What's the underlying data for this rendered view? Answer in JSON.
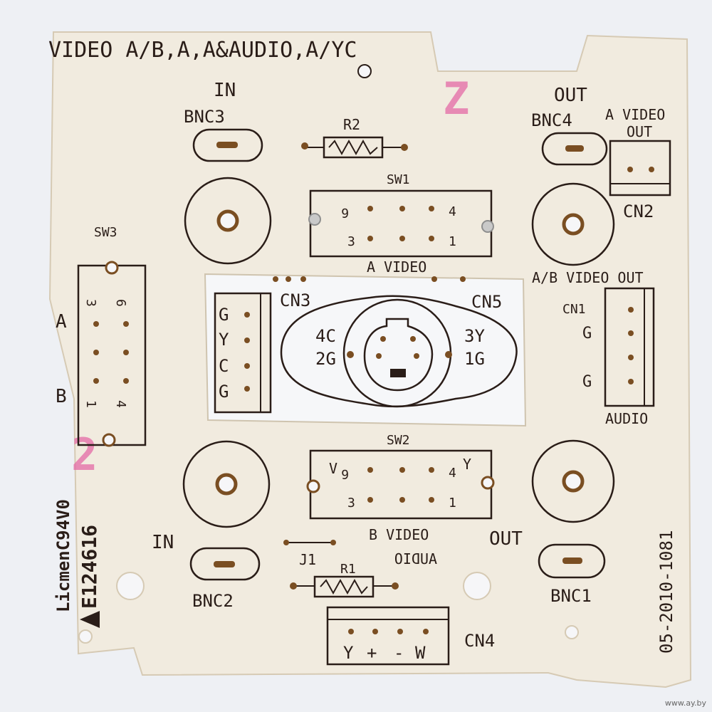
{
  "photo": {
    "subject": "bare printed circuit board",
    "colors": {
      "board": "#f1ebdf",
      "silkscreen": "#2a1d18",
      "pad": "#7a4e22",
      "background": "#eef0f4",
      "stamp": "#e46aa6"
    }
  },
  "board": {
    "title": "VIDEO A/B,A,A&AUDIO,A/YC",
    "in_top": "IN",
    "out_top": "OUT",
    "in_bottom": "IN",
    "out_bottom": "OUT",
    "bnc3": "BNC3",
    "bnc4": "BNC4",
    "bnc2": "BNC2",
    "bnc1": "BNC1",
    "r2": "R2",
    "r1": "R1",
    "sw1": "SW1",
    "sw2": "SW2",
    "sw3": "SW3",
    "a_video_out": "A VIDEO",
    "a_video_out2": "OUT",
    "cn2": "CN2",
    "cn3": "CN3",
    "cn5": "CN5",
    "cn1": "CN1",
    "cn4": "CN4",
    "j1": "J1",
    "a_video": "A VIDEO",
    "b_video": "B VIDEO",
    "audio_mirrored": "AUDIO",
    "ab_video_out": "A/B VIDEO OUT",
    "audio": "AUDIO",
    "sw3_a": "A",
    "sw3_b": "B",
    "cn3_pins": [
      "G",
      "Y",
      "C",
      "G"
    ],
    "cn1_pins": [
      "G",
      "G"
    ],
    "svideo_left": [
      "4C",
      "2G"
    ],
    "svideo_right": [
      "3Y",
      "1G"
    ],
    "cn4_pins": [
      "Y",
      "+",
      "-",
      "W"
    ],
    "sw2_v": "V",
    "sw2_y": "Y",
    "sw_numbers": [
      "6",
      "4",
      "3",
      "1"
    ],
    "manufacturer": "LicmenC94V0",
    "ul_number": "E124616",
    "date_code": "05-2010-1081",
    "watermark": "www.ay.by"
  }
}
